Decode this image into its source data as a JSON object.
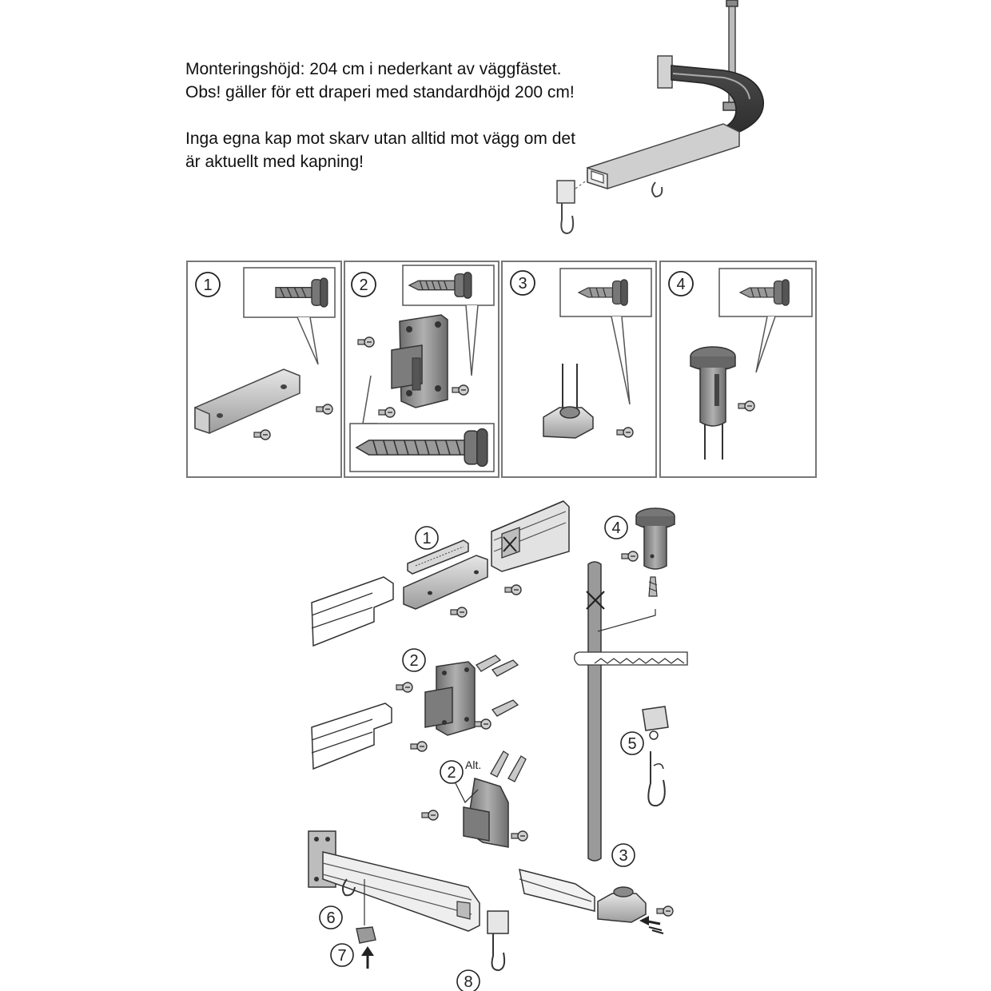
{
  "notes": {
    "line1": "Monteringshöjd: 204 cm i nederkant av väggfästet.",
    "line2": "Obs! gäller för ett draperi med standardhöjd 200 cm!",
    "line3": "Inga egna kap mot skarv utan alltid mot vägg om det",
    "line4": "är aktuellt med kapning!"
  },
  "panels": [
    {
      "number": "1"
    },
    {
      "number": "2"
    },
    {
      "number": "3"
    },
    {
      "number": "4"
    }
  ],
  "callouts": {
    "c1": "1",
    "c2": "2",
    "c2alt": "2",
    "alt_label": "Alt.",
    "c3": "3",
    "c4": "4",
    "c5": "5",
    "c6": "6",
    "c7": "7",
    "c8": "8"
  },
  "colors": {
    "line": "#3a3a3a",
    "part_dark": "#8a8a8a",
    "part_mid": "#b4b4b4",
    "part_light": "#dedede",
    "rail_dark": "#2e2e2e"
  }
}
